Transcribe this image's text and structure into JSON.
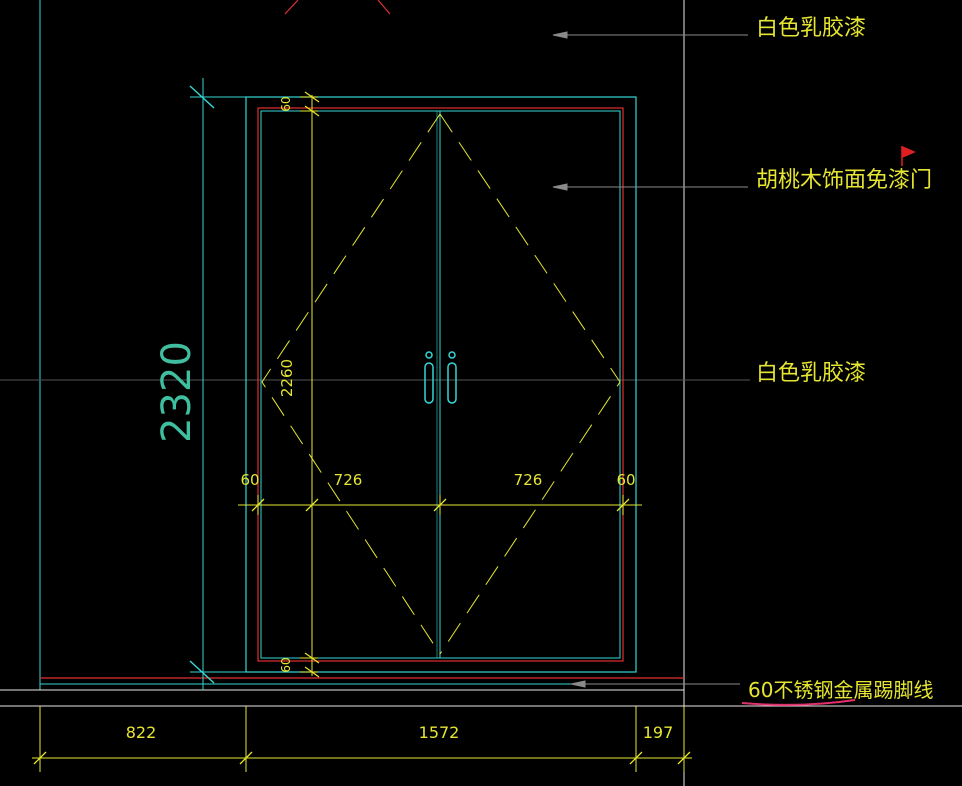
{
  "colors": {
    "background": "#000000",
    "cyan": "#36d6d6",
    "yellow": "#e6e632",
    "red": "#e03030",
    "white": "#e8e8e8",
    "grey": "#8a8a8a",
    "dim_green": "#3fbf9f",
    "magenta": "#e0306a",
    "flag": "#e02020"
  },
  "annotations": {
    "top_paint": "白色乳胶漆",
    "door_finish": "胡桃木饰面免漆门",
    "middle_paint": "白色乳胶漆",
    "skirting": "60不锈钢金属踢脚线"
  },
  "dimensions": {
    "total_height": "2320",
    "inner_height": "2260",
    "top_frame": "60",
    "bottom_frame": "60",
    "left_frame": "60",
    "left_leaf": "726",
    "right_leaf": "726",
    "right_frame": "60",
    "bottom_left": "822",
    "bottom_middle": "1572",
    "bottom_right": "197"
  },
  "icons": {
    "flag": "red-flag-icon",
    "handles": "door-handle-icon"
  }
}
